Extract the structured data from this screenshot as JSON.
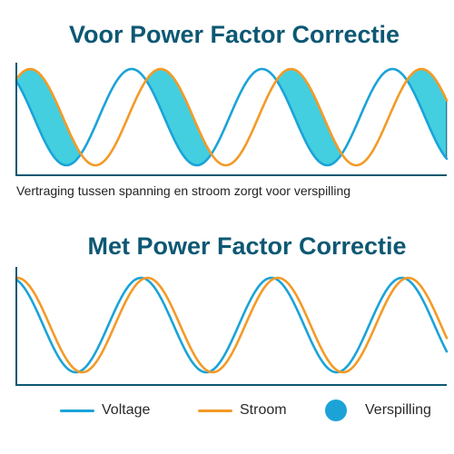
{
  "colors": {
    "title": "#0d5873",
    "voltage": "#1ba3d8",
    "current": "#f39a26",
    "waste_fill": "#43cfe0",
    "waste_stroke": "#0d5873",
    "waste_legend": "#1ba3d8",
    "axis": "#0d5873"
  },
  "top_panel": {
    "title": "Voor Power Factor Correctie",
    "caption": "Vertraging tussen spanning en stroom zorgt voor verspilling"
  },
  "bottom_panel": {
    "title": "Met Power Factor Correctie"
  },
  "legend": {
    "voltage_label": "Voltage",
    "current_label": "Stroom",
    "waste_label": "Verspilling"
  },
  "chart_data": [
    {
      "type": "line",
      "title": "Voor Power Factor Correctie",
      "series": [
        {
          "name": "Voltage",
          "waveform": "sine",
          "cycles": 3.3,
          "phase_shift_deg": 0
        },
        {
          "name": "Stroom",
          "waveform": "sine",
          "cycles": 3.3,
          "phase_shift_deg": 80
        }
      ],
      "shaded_region": "Verspilling",
      "grid": false
    },
    {
      "type": "line",
      "title": "Met Power Factor Correctie",
      "series": [
        {
          "name": "Voltage",
          "waveform": "sine",
          "cycles": 3.3,
          "phase_shift_deg": 0
        },
        {
          "name": "Stroom",
          "waveform": "sine",
          "cycles": 3.3,
          "phase_shift_deg": 18
        }
      ],
      "grid": false
    }
  ]
}
